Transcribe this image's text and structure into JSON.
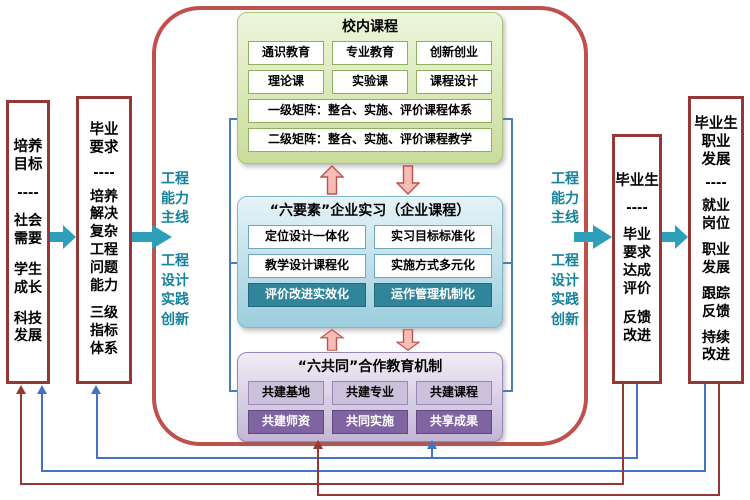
{
  "colors": {
    "side_box_border": "#953734",
    "frame_border": "#C0504D",
    "arrow_teal": "#2E9FB8",
    "label_teal": "#17829B",
    "feedback_blue": "#4472C4",
    "feedback_red": "#953734",
    "campus_green": "#C9DD9B",
    "internship_blue": "#9CCEDD",
    "internship_dark_cell": "#31859B",
    "coop_light_cell": "#CCC1DB",
    "coop_dark_cell": "#8064A2",
    "pink_arrow": "#F5BDB5"
  },
  "left_boxes": [
    {
      "title": "培养\n目标",
      "sep": "----",
      "items": [
        "社会\n需要",
        "学生\n成长",
        "科技\n发展"
      ]
    },
    {
      "title": "毕业\n要求",
      "sep": "----",
      "items": [
        "培养\n解决\n复杂\n工程\n问题\n能力",
        "三级\n指标\n体系"
      ]
    }
  ],
  "right_boxes": [
    {
      "title": "毕业生",
      "sep": "----",
      "items": [
        "毕业\n要求\n达成\n评价",
        "反馈\n改进"
      ]
    },
    {
      "title": "毕业生\n职业\n发展",
      "sep": "----",
      "items": [
        "就业\n岗位",
        "职业\n发展",
        "跟踪\n反馈",
        "持续\n改进"
      ]
    }
  ],
  "campus": {
    "title": "校内课程",
    "row1": [
      "通识教育",
      "专业教育",
      "创新创业"
    ],
    "row2": [
      "理论课",
      "实验课",
      "课程设计"
    ],
    "matrix1": "一级矩阵：整合、实施、评价课程体系",
    "matrix2": "二级矩阵：整合、实施、评价课程教学"
  },
  "internship": {
    "title": "“六要素”企业实习（企业课程）",
    "rows": [
      [
        "定位设计一体化",
        "实习目标标准化"
      ],
      [
        "教学设计课程化",
        "实施方式多元化"
      ],
      [
        "评价改进实效化",
        "运作管理机制化"
      ]
    ]
  },
  "cooperation": {
    "title": "“六共同”合作教育机制",
    "row1": [
      "共建基地",
      "共建专业",
      "共建课程"
    ],
    "row2": [
      "共建师资",
      "共同实施",
      "共享成果"
    ]
  },
  "side_labels": {
    "ability": "工程\n能力\n主线",
    "design": "工程\n设计\n实践\n创新"
  }
}
